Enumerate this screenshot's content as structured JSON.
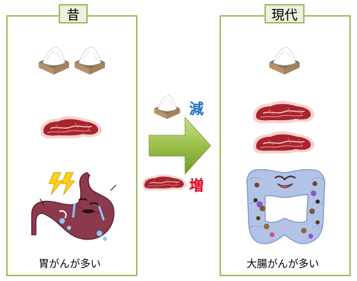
{
  "past": {
    "title": "昔",
    "caption": "胃がんが多い",
    "illustrations": [
      "salt-pile-icon",
      "salt-pile-icon",
      "meat-slice-icon",
      "stomach-icon",
      "lightning-icon"
    ]
  },
  "modern": {
    "title": "現代",
    "caption": "大腸がんが多い",
    "illustrations": [
      "salt-pile-icon",
      "meat-slice-icon",
      "meat-slice-icon",
      "colon-icon"
    ]
  },
  "change": {
    "decrease_label": "減",
    "increase_label": "増",
    "arrow_icon": "right-arrow-icon",
    "decrease_icon": "salt-pile-icon",
    "increase_icon": "meat-slice-icon"
  },
  "colors": {
    "panel_border": "#9bbb59",
    "tag_fill": "#ebf1de",
    "decrease": "#1f6fc1",
    "increase": "#e3001b"
  }
}
